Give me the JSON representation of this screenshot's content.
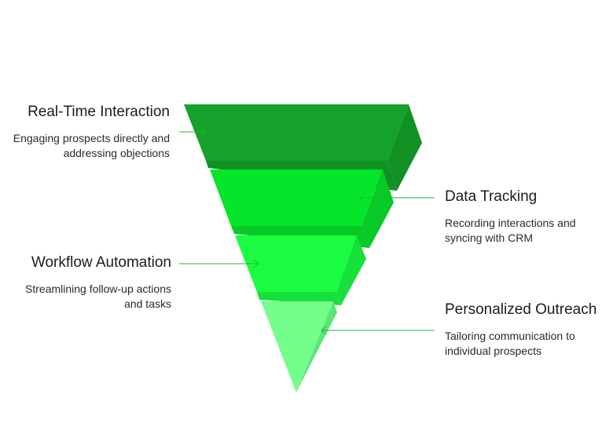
{
  "colors": {
    "level_1": "#16a12b",
    "level_1_side": "#119124",
    "level_2": "#05e62a",
    "level_2_side": "#07c928",
    "level_3": "#1afc40",
    "level_3_side": "#17e03b",
    "level_4": "#74fe8b",
    "level_4_side": "#5be677",
    "connector": "#1bb83a"
  },
  "stages": [
    {
      "title": "Real-Time Interaction",
      "description": "Engaging prospects directly and addressing objections",
      "side": "left"
    },
    {
      "title": "Data Tracking",
      "description": "Recording interactions and syncing with CRM",
      "side": "right"
    },
    {
      "title": "Workflow Automation",
      "description": "Streamlining follow-up actions and tasks",
      "side": "left"
    },
    {
      "title": "Personalized Outreach",
      "description": "Tailoring communication to individual prospects",
      "side": "right"
    }
  ]
}
